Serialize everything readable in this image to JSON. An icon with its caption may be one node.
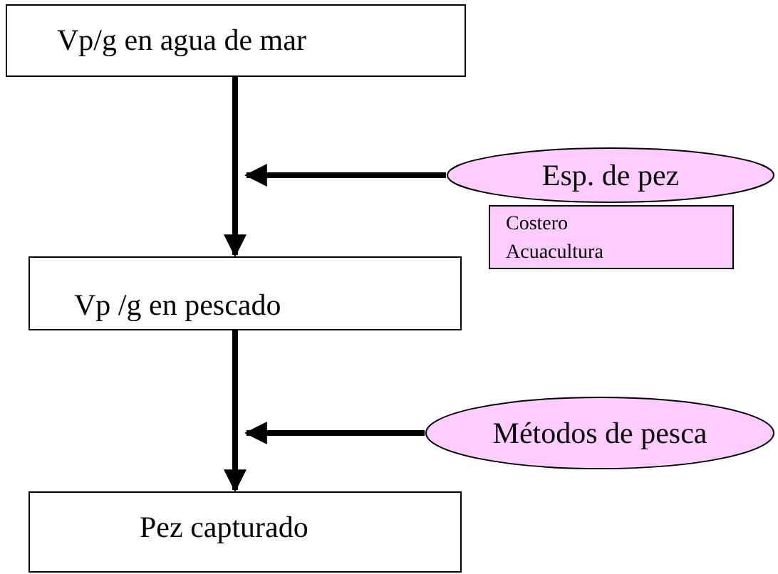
{
  "diagram": {
    "nodes": [
      {
        "text": [
          "Vp/g en agua de mar"
        ]
      },
      {
        "text": [
          "Esp. de pez"
        ]
      },
      {
        "text": [
          "Costero",
          "Acuacultura"
        ]
      },
      {
        "text": [
          "Vp /g en pescado"
        ]
      },
      {
        "text": [
          "Métodos de pesca"
        ]
      },
      {
        "text": [
          "Pez capturado"
        ]
      }
    ],
    "edges": [
      {
        "from": 0,
        "to": 3,
        "arrow": "to"
      },
      {
        "from": 1,
        "to": null,
        "arrow": "to"
      },
      {
        "from": 3,
        "to": 5,
        "arrow": "to"
      },
      {
        "from": 4,
        "to": null,
        "arrow": "to"
      }
    ]
  }
}
